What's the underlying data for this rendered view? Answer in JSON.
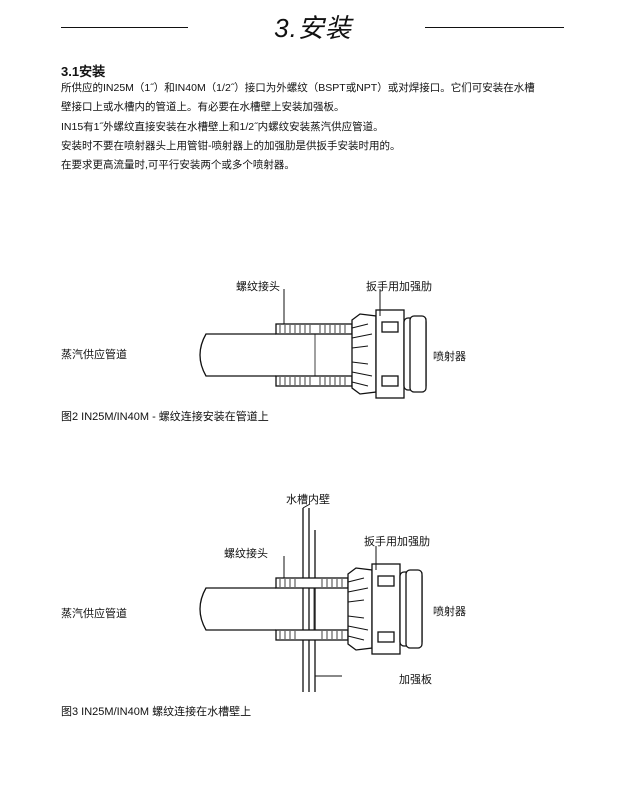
{
  "header": {
    "chapter_title": "3.安装"
  },
  "section": {
    "heading": "3.1安装",
    "paragraph_lines": [
      "所供应的IN25M（1˝）和IN40M（1/2˝）接口为外螺纹（BSPT或NPT）或对焊接口。它们可安装在水槽",
      "壁接口上或水槽内的管道上。有必要在水槽壁上安装加强板。",
      "IN15有1˝外螺纹直接安装在水槽壁上和1/2˝内螺纹安装蒸汽供应管道。",
      "安装时不要在喷射器头上用管钳-喷射器上的加强肋是供扳手安装时用的。",
      "在要求更高流量时,可平行安装两个或多个喷射器。"
    ]
  },
  "figure2": {
    "label_thread_joint": "螺纹接头",
    "label_wrench_rib": "扳手用加强肋",
    "label_steam_pipe": "蒸汽供应管道",
    "label_injector": "喷射器",
    "caption": "图2  IN25M/IN40M - 螺纹连接安装在管道上"
  },
  "figure3": {
    "label_tank_wall": "水槽内壁",
    "label_wrench_rib": "扳手用加强肋",
    "label_thread_joint": "螺纹接头",
    "label_steam_pipe": "蒸汽供应管道",
    "label_injector": "喷射器",
    "label_reinforcement": "加强板",
    "caption": "图3  IN25M/IN40M 螺纹连接在水槽壁上"
  }
}
